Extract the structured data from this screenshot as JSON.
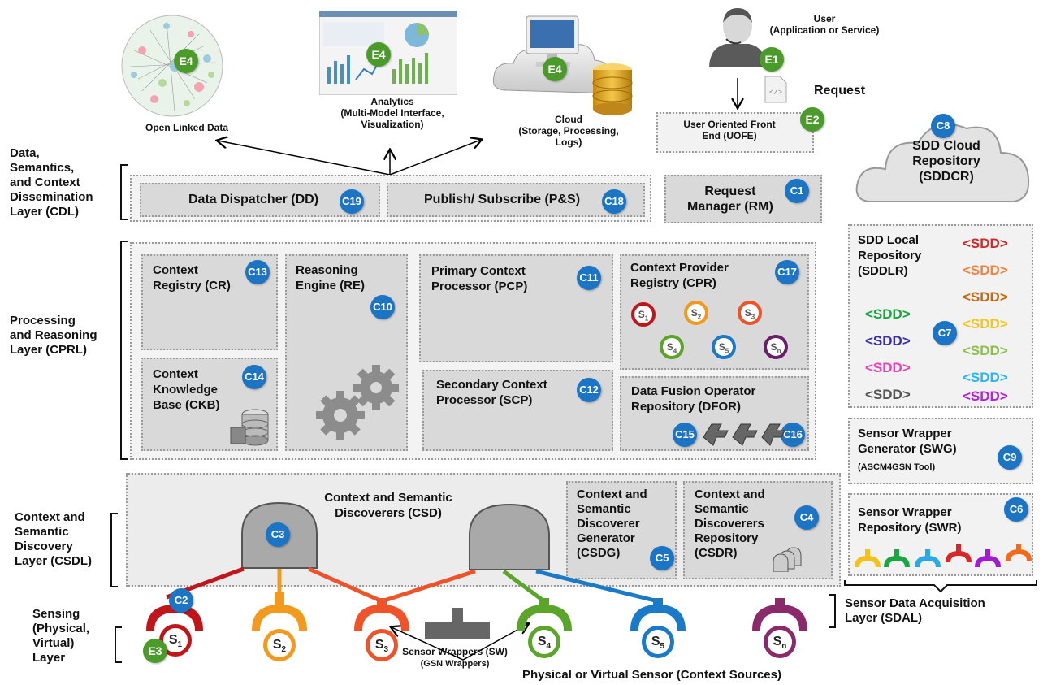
{
  "top": {
    "open_linked_data": "Open Linked Data",
    "analytics": "Analytics",
    "analytics_sub1": "(Multi-Model Interface,",
    "analytics_sub2": "Visualization)",
    "cloud": "Cloud",
    "cloud_sub1": "(Storage, Processing,",
    "cloud_sub2": "Logs)",
    "user": "User",
    "user_sub": "(Application or Service)",
    "request": "Request",
    "uofe1": "User Oriented Front",
    "uofe2": "End (UOFE)"
  },
  "badges": {
    "e1": "E1",
    "e2": "E2",
    "e3": "E3",
    "e4": "E4",
    "c1": "C1",
    "c2": "C2",
    "c3": "C3",
    "c4": "C4",
    "c5": "C5",
    "c6": "C6",
    "c7": "C7",
    "c8": "C8",
    "c9": "C9",
    "c10": "C10",
    "c11": "C11",
    "c12": "C12",
    "c13": "C13",
    "c14": "C14",
    "c15": "C15",
    "c16": "C16",
    "c17": "C17",
    "c18": "C18",
    "c19": "C19"
  },
  "layers": {
    "cdl": [
      "Data,",
      "Semantics,",
      "and Context",
      "Dissemination",
      "Layer (CDL)"
    ],
    "cprl": [
      "Processing",
      "and Reasoning",
      "Layer (CPRL)"
    ],
    "csdl": [
      "Context and",
      "Semantic",
      "Discovery",
      "Layer (CSDL)"
    ],
    "sensing": [
      "Sensing",
      "(Physical,",
      "Virtual)",
      "Layer"
    ],
    "sdal": [
      "Sensor Data Acquisition",
      "Layer (SDAL)"
    ]
  },
  "cdl": {
    "dd": "Data Dispatcher (DD)",
    "ps": "Publish/ Subscribe (P&S)",
    "rm1": "Request",
    "rm2": "Manager (RM)"
  },
  "cprl": {
    "cr": [
      "Context",
      "Registry (CR)"
    ],
    "re": [
      "Reasoning",
      "Engine (RE)"
    ],
    "pcp": [
      "Primary Context",
      "Processor (PCP)"
    ],
    "cpr": [
      "Context Provider",
      "Registry (CPR)"
    ],
    "ckb": [
      "Context",
      "Knowledge",
      "Base (CKB)"
    ],
    "scp": [
      "Secondary Context",
      "Processor (SCP)"
    ],
    "dfor": [
      "Data Fusion Operator",
      "Repository (DFOR)"
    ]
  },
  "csdl": {
    "csd": [
      "Context and Semantic",
      "Discoverers (CSD)"
    ],
    "csdg": [
      "Context and",
      "Semantic",
      "Discoverer",
      "Generator",
      "(CSDG)"
    ],
    "csdr": [
      "Context and",
      "Semantic",
      "Discoverers",
      "Repository",
      "(CSDR)"
    ]
  },
  "right": {
    "sddcr": [
      "SDD Cloud",
      "Repository",
      "(SDDCR)"
    ],
    "sddlr": [
      "SDD Local",
      "Repository",
      "(SDDLR)"
    ],
    "sdd_tag": "<SDD>",
    "swg": [
      "Sensor Wrapper",
      "Generator (SWG)"
    ],
    "swg_tool": "(ASCM4GSN Tool)",
    "swr": [
      "Sensor Wrapper",
      "Repository (SWR)"
    ]
  },
  "sensors": {
    "s1": "1",
    "s2": "2",
    "s3": "3",
    "s4": "4",
    "s5": "5",
    "sn": "n",
    "s_letter": "S",
    "sw1": "Sensor Wrappers (SW)",
    "sw2": "(GSN Wrappers)",
    "phys": "Physical or Virtual Sensor (Context Sources)"
  },
  "colors": {
    "badge_blue": "#1b75c4",
    "badge_green": "#4b9b2b",
    "s1": "#c0161b",
    "s2": "#f39a1e",
    "s3": "#f0522a",
    "s4": "#5aa52a",
    "s5": "#1b7ac8",
    "sn": "#8a2a6a"
  }
}
